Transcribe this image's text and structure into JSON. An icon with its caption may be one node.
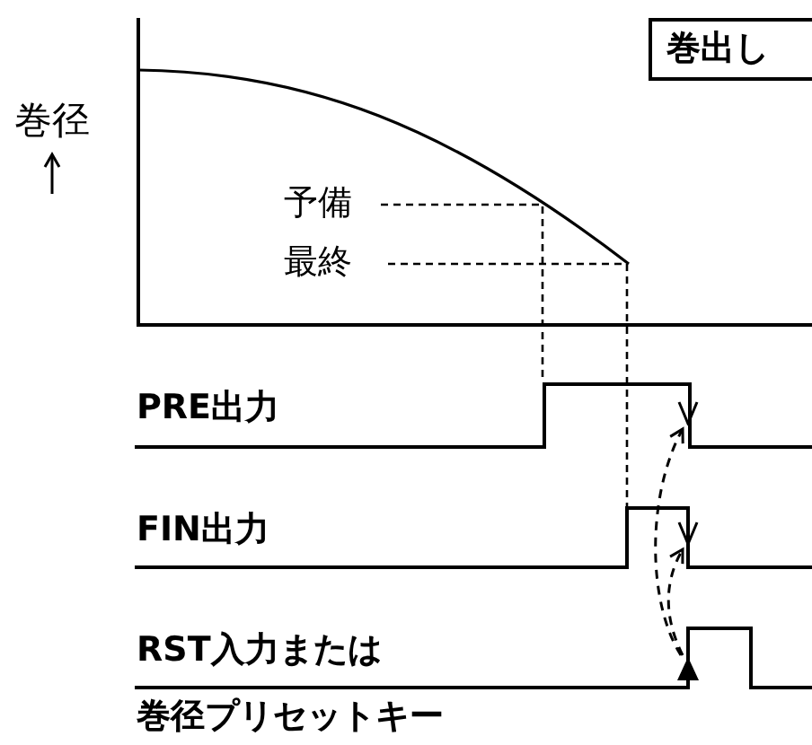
{
  "diagram": {
    "nodes": [
      {
        "text": [
          "巻出し"
        ]
      },
      {
        "text": [],
        "shape": "chevron"
      },
      {
        "text": [],
        "shape": "chevron"
      },
      {
        "text": [],
        "shape": "triangle"
      }
    ],
    "edges": [
      {
        "from": 3,
        "to": 1,
        "arrow": "to",
        "style": "dashed"
      },
      {
        "from": 3,
        "to": 2,
        "arrow": "to",
        "style": "dashed"
      }
    ],
    "labels": [
      "巻径",
      "予備",
      "最終",
      "PRE出力",
      "FIN出力",
      "RST入力または",
      "巻径プリセットキー"
    ]
  }
}
